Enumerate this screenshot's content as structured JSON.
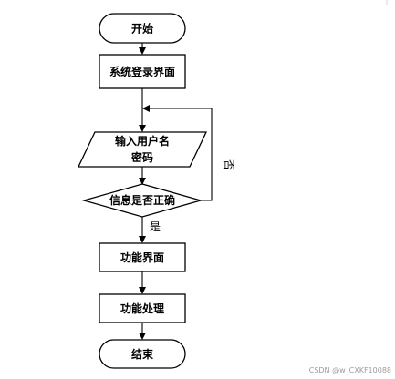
{
  "nodes": {
    "start": "开始",
    "login": "系统登录界面",
    "input_line1": "输入用户名",
    "input_line2": "密码",
    "decision": "信息是否正确",
    "function": "功能界面",
    "process": "功能处理",
    "end": "结束"
  },
  "edges": {
    "yes": "是",
    "no": "否"
  },
  "watermark": "CSDN @w_CXKF10088"
}
